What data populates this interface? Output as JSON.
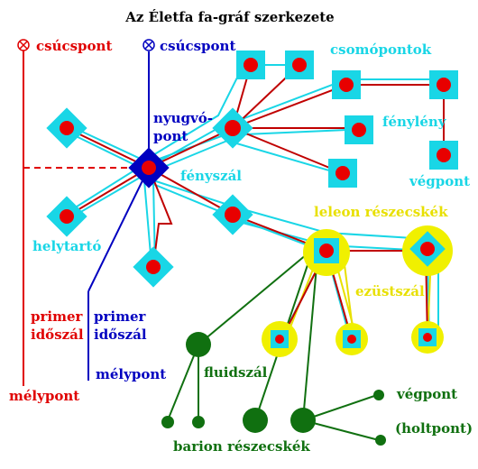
{
  "title": "Az Életfa fa-gráf szerkezete",
  "labels": {
    "csucspont_red": "csúcspont",
    "csucspont_blue": "csúcspont",
    "csomopontok": "csomópontok",
    "nyugvo_1": "nyugvó-",
    "nyugvo_2": "pont",
    "fenyleny": "fénylény",
    "fenyszal": "fényszál",
    "vegpont": "végpont",
    "leleon": "leleon részecskék",
    "helytarto": "helytartó",
    "ezustszal": "ezüstszál",
    "primer_red_1": "primer",
    "primer_red_2": "időszál",
    "primer_blue_1": "primer",
    "primer_blue_2": "időszál",
    "melypont_blue": "mélypont",
    "melypont_red": "mélypont",
    "fluidszal": "fluidszál",
    "vegpont_holt_1": "végpont",
    "vegpont_holt_2": "(holtpont)",
    "barion": "barion részecskék"
  },
  "colors": {
    "red": "#e00000",
    "blue": "#0000c0",
    "cyan": "#19d6e6",
    "yellow": "#e8e000",
    "green": "#107010",
    "dark_red": "#c00000"
  }
}
